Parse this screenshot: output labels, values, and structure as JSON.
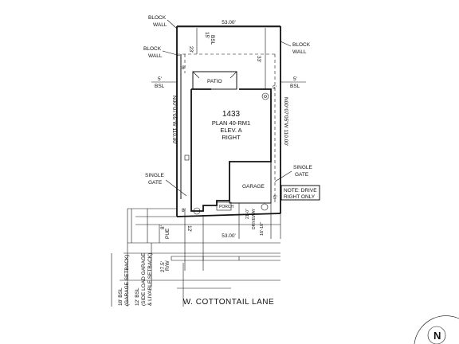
{
  "labels": {
    "block_wall_left": [
      "BLOCK",
      "WALL"
    ],
    "block_wall_left2": [
      "BLOCK",
      "WALL"
    ],
    "block_wall_right": [
      "BLOCK",
      "WALL"
    ],
    "bsl_left": [
      "5'",
      "BSL"
    ],
    "bsl_right": [
      "5'",
      "BSL"
    ],
    "single_gate_left": [
      "SINGLE",
      "GATE"
    ],
    "single_gate_right": [
      "SINGLE",
      "GATE"
    ],
    "note_drive": [
      "NOTE: DRIVE",
      "RIGHT ONLY"
    ],
    "patio": "PATIO",
    "garage": "GARAGE",
    "porch": "PORCH",
    "driveway": "DRIVEWAY",
    "street": "W. COTTONTAIL LANE",
    "north_symbol": "N"
  },
  "lot": {
    "number": "1433",
    "plan": "PLAN 40-RM1",
    "elev": "ELEV. A",
    "hand": "RIGHT"
  },
  "dims": {
    "width_top": "53.00'",
    "width_bottom": "53.00'",
    "bearing_left": "N00°07'05\"W 110.00'",
    "bearing_right": "N00°07'05\"W 110.00'",
    "rear_15": "15'",
    "rear_bsl": "BSL",
    "rear_23": "23'",
    "rear_33": "33'",
    "side_8": "8'",
    "side_5": "5'",
    "drive_5": "5'",
    "front_8": "8'",
    "front_12": "12'",
    "drive_21": "21'-0\"",
    "front_16": "16'-10\"",
    "pue_8": "8'",
    "pue": "PUE",
    "rw_275": "27.5'",
    "rw": "R/W",
    "setback_18": "18' BSL",
    "setback_18_sub": "(GARAGE SETBACK)",
    "setback_12": "12' BSL",
    "setback_12_sub1": "(SIDE LOAD GARAGE",
    "setback_12_sub2": "& LIVABLE SETBACK)"
  }
}
